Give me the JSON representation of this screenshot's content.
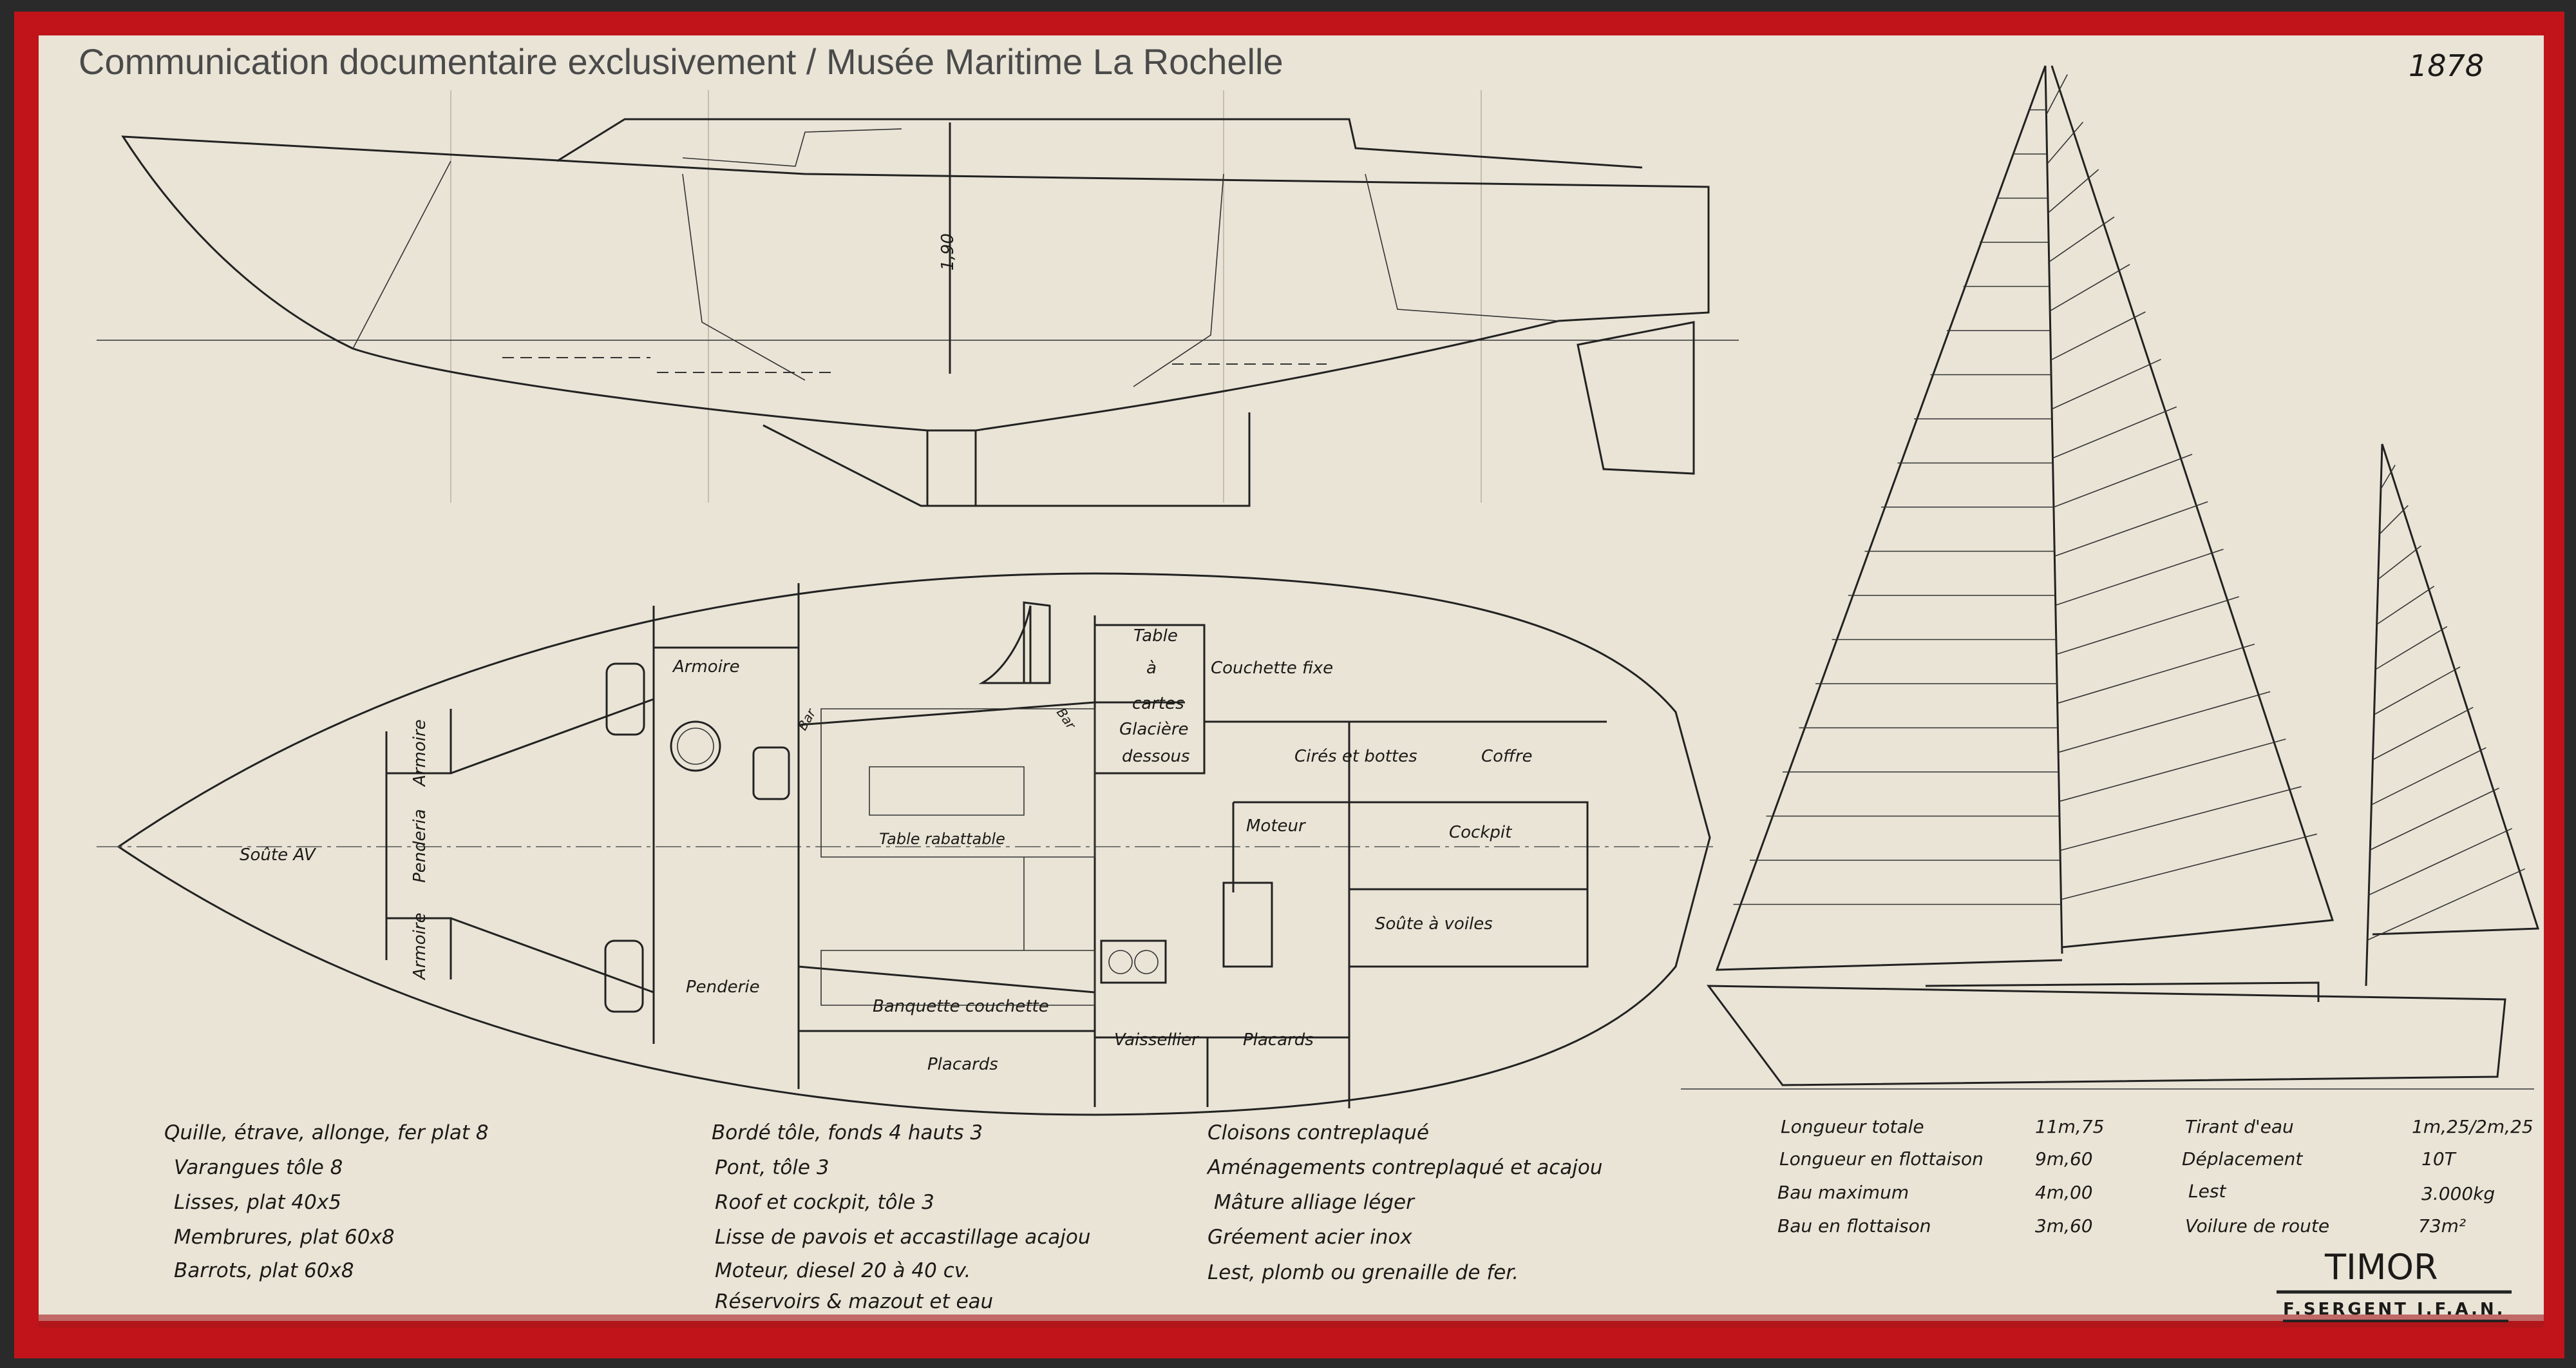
{
  "drawing_number": "1878",
  "dimension_label": "1,90",
  "plan_labels": {
    "soute_av": "Soûte AV",
    "armoire_fwd_top": "Armoire",
    "penderia_fwd": "Penderia",
    "armoire_fwd_bottom": "Armoire",
    "armoire": "Armoire",
    "penderie": "Penderie",
    "bar_left": "Bar",
    "bar_right": "Bar",
    "table_rabattable": "Table rabattable",
    "banquette_couchette": "Banquette couchette",
    "placards_saloon": "Placards",
    "table_a_cartes": [
      "Table",
      "à",
      "cartes"
    ],
    "glaciere_dessous": [
      "Glacière",
      "dessous"
    ],
    "couchette_fixe": "Couchette fixe",
    "cires_et_bottes": "Cirés et bottes",
    "coffre": "Coffre",
    "moteur": "Moteur",
    "cockpit": "Cockpit",
    "soute_a_voiles": "Soûte à voiles",
    "vaissellier": "Vaissellier",
    "placards_galley": "Placards"
  },
  "notes": {
    "column1": [
      "Quille, étrave, allonge, fer plat 8",
      "Varangues tôle 8",
      "Lisses, plat 40x5",
      "Membrures, plat 60x8",
      "Barrots, plat 60x8"
    ],
    "column2": [
      "Bordé tôle, fonds 4 hauts 3",
      "Pont, tôle 3",
      "Roof et cockpit, tôle 3",
      "Lisse de pavois et accastillage acajou",
      "Moteur, diesel 20 à 40 cv.",
      "Réservoirs & mazout et eau"
    ],
    "column3": [
      "Cloisons contreplaqué",
      "Aménagements contreplaqué et acajou",
      "Mâture alliage léger",
      "Gréement acier inox",
      "Lest, plomb ou grenaille de fer."
    ]
  },
  "specs": {
    "left": [
      {
        "label": "Longueur totale",
        "value": "11m,75"
      },
      {
        "label": "Longueur en flottaison",
        "value": "9m,60"
      },
      {
        "label": "Bau maximum",
        "value": "4m,00"
      },
      {
        "label": "Bau en flottaison",
        "value": "3m,60"
      }
    ],
    "right": [
      {
        "label": "Tirant d'eau",
        "value": "1m,25/2m,25"
      },
      {
        "label": "Déplacement",
        "value": "10T"
      },
      {
        "label": "Lest",
        "value": "3.000kg"
      },
      {
        "label": "Voilure de route",
        "value": "73m²"
      }
    ]
  },
  "title": "TIMOR",
  "designer": "F.SERGENT I.F.A.N.",
  "watermark": "Communication documentaire exclusivement / Musée Maritime La Rochelle",
  "colors": {
    "frame": "#c0141a",
    "paper": "#e9e4d6",
    "ink": "#1c1a18"
  }
}
